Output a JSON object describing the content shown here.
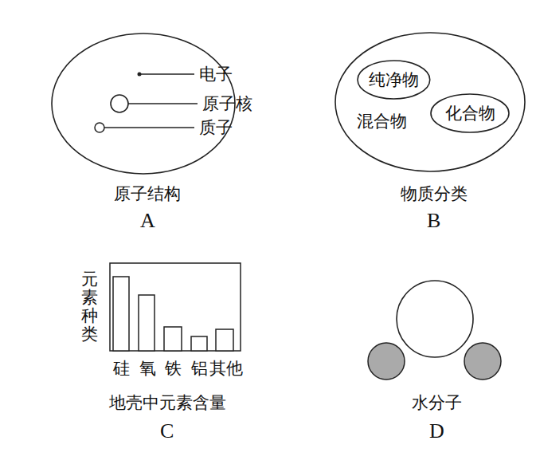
{
  "diagram": {
    "nodes": [
      {
        "text": [
          "混合物"
        ]
      },
      {
        "text": [
          "纯净物"
        ],
        "in": 0
      },
      {
        "text": [
          "化合物"
        ],
        "in": 0
      }
    ],
    "labels": [
      "电子",
      "原子核",
      "质子",
      "原子结构",
      "A",
      "物质分类",
      "B",
      "元素种类",
      "硅",
      "氧",
      "铁",
      "铝",
      "其他",
      "地壳中元素含量",
      "C",
      "水分子",
      "D"
    ]
  }
}
